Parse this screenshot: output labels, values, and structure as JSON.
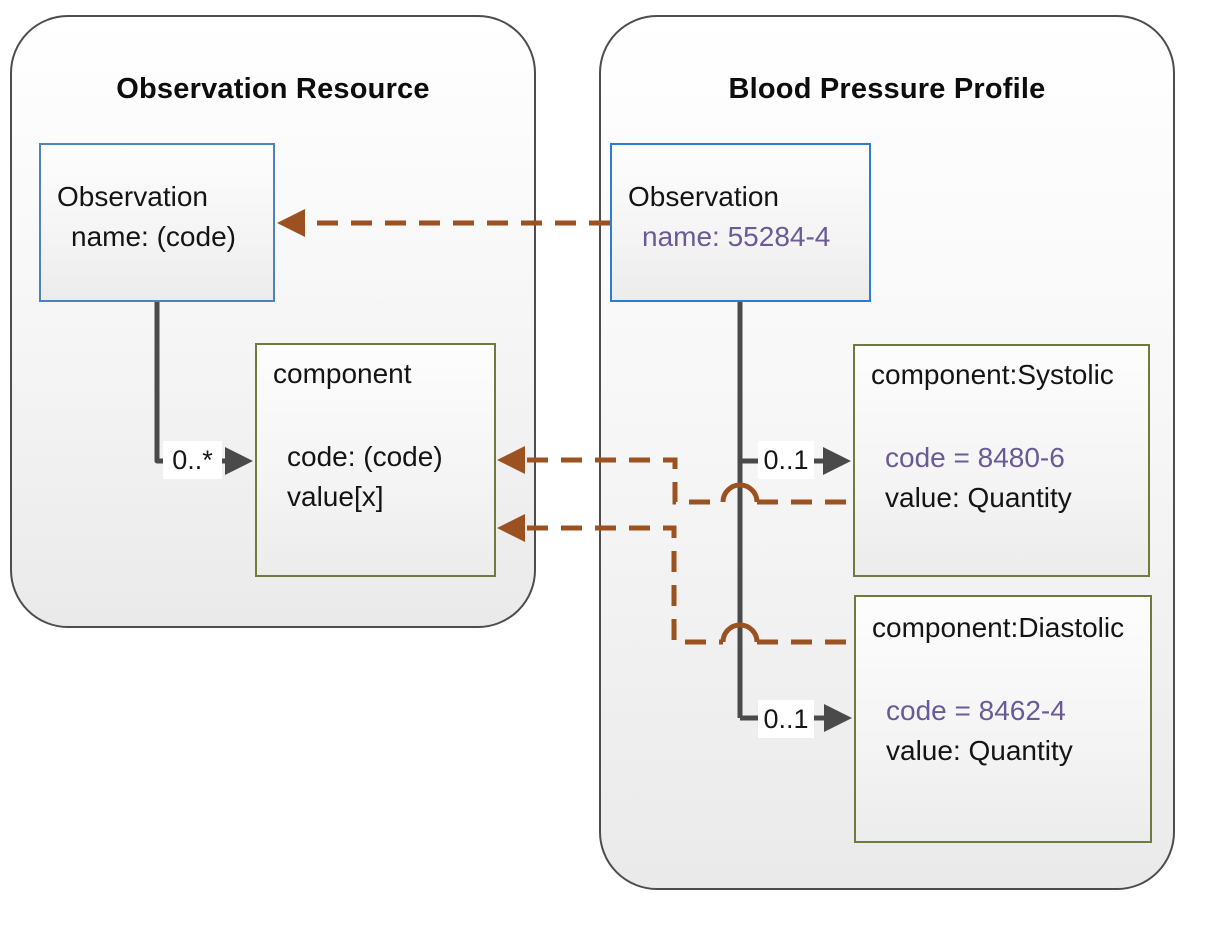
{
  "diagram_title": "FHIR Observation resource vs Blood Pressure profile mapping",
  "colors": {
    "panel_border": "#4d4d4d",
    "observation_box_border_left": "#4f81bd",
    "observation_box_border_right": "#2b7cd3",
    "component_box_border": "#6e7b3e",
    "solid_connector": "#4a4a4a",
    "dashed_connector": "#9c5120",
    "constraint_text": "#6a5a96",
    "text": "#111111"
  },
  "left_panel": {
    "title": "Observation Resource",
    "observation_box": {
      "line1": "Observation",
      "line2": "name: (code)"
    },
    "component_box": {
      "title": "component",
      "code_line": "code: (code)",
      "value_line": "value[x]"
    },
    "multiplicity_component": "0..*"
  },
  "right_panel": {
    "title": "Blood Pressure Profile",
    "observation_box": {
      "line1": "Observation",
      "line2": "name: 55284-4"
    },
    "systolic_box": {
      "title": "component:Systolic",
      "code_line": "code = 8480-6",
      "value_line": "value: Quantity"
    },
    "diastolic_box": {
      "title": "component:Diastolic",
      "code_line": "code = 8462-4",
      "value_line": "value: Quantity"
    },
    "multiplicity_systolic": "0..1",
    "multiplicity_diastolic": "0..1"
  }
}
